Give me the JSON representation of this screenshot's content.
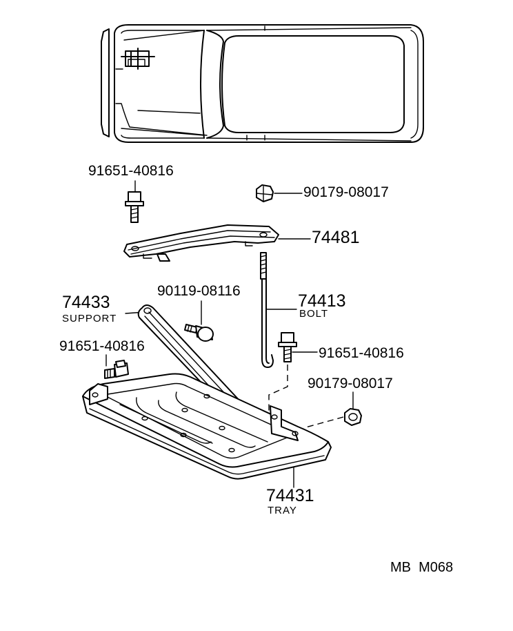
{
  "labels": {
    "bolt_top_left": "91651-40816",
    "nut_top": "90179-08017",
    "bracket": "74481",
    "support_number": "74433",
    "support_name": "SUPPORT",
    "clamp_bolt": "90119-08116",
    "hook_bolt_number": "74413",
    "hook_bolt_name": "BOLT",
    "bolt_right": "91651-40816",
    "bolt_left": "91651-40816",
    "nut_right": "90179-08017",
    "tray_number": "74431",
    "tray_name": "TRAY"
  },
  "footer": {
    "code": "MB  M068"
  }
}
